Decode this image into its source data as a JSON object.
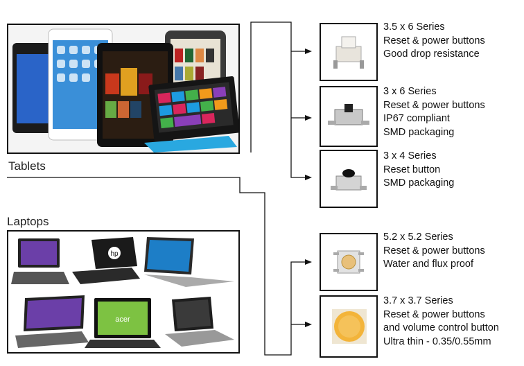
{
  "categories": {
    "tablets_label": "Tablets",
    "laptops_label": "Laptops"
  },
  "laptop_brand": "hp",
  "laptop_brand2": "acer",
  "series": [
    {
      "title": "3.5 x 6 Series",
      "features": [
        "Reset & power buttons",
        "Good drop resistance"
      ]
    },
    {
      "title": "3 x 6 Series",
      "features": [
        "Reset & power buttons",
        "IP67 compliant",
        "SMD packaging"
      ]
    },
    {
      "title": "3 x 4 Series",
      "features": [
        "Reset button",
        "SMD packaging"
      ]
    },
    {
      "title": "5.2 x 5.2 Series",
      "features": [
        "Reset & power buttons",
        "Water and flux proof"
      ]
    },
    {
      "title": "3.7 x 3.7 Series",
      "features": [
        "Reset & power buttons",
        "and volume control button",
        "Ultra thin - 0.35/0.55mm"
      ]
    }
  ],
  "colors": {
    "line": "#111111",
    "surface_blue": "#29a8e0",
    "switch_gold": "#f3b43a"
  }
}
